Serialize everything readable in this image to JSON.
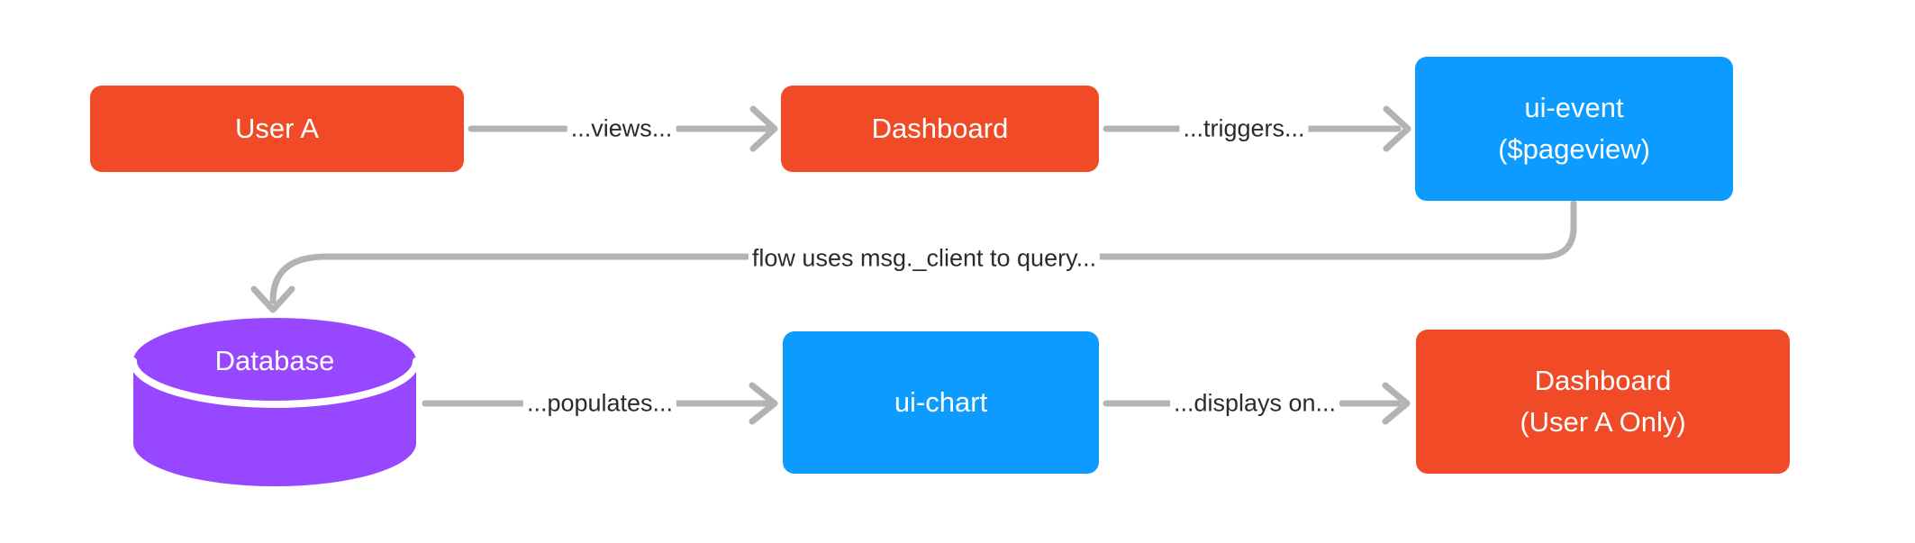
{
  "diagram": {
    "background": "#FFFFFF"
  },
  "colors": {
    "node_red": "#F04A26",
    "node_blue": "#0D9BFF",
    "node_purple": "#9747FF",
    "connector_gray": "#B3B3B3",
    "edge_label_color": "#2B2B2B",
    "node_label_color": "#FFFFFF"
  },
  "nodes": {
    "user_a": {
      "label": "User A"
    },
    "dashboard": {
      "label": "Dashboard"
    },
    "ui_event": {
      "line1": "ui-event",
      "line2": "($pageview)"
    },
    "database": {
      "label": "Database"
    },
    "ui_chart": {
      "label": "ui-chart"
    },
    "dashboard_user_a": {
      "line1": "Dashboard",
      "line2": "(User A Only)"
    }
  },
  "edges": {
    "views": {
      "label": "...views..."
    },
    "triggers": {
      "label": "...triggers..."
    },
    "query": {
      "label": "flow uses msg._client to query..."
    },
    "populates": {
      "label": "...populates..."
    },
    "displays_on": {
      "label": "...displays on..."
    }
  }
}
